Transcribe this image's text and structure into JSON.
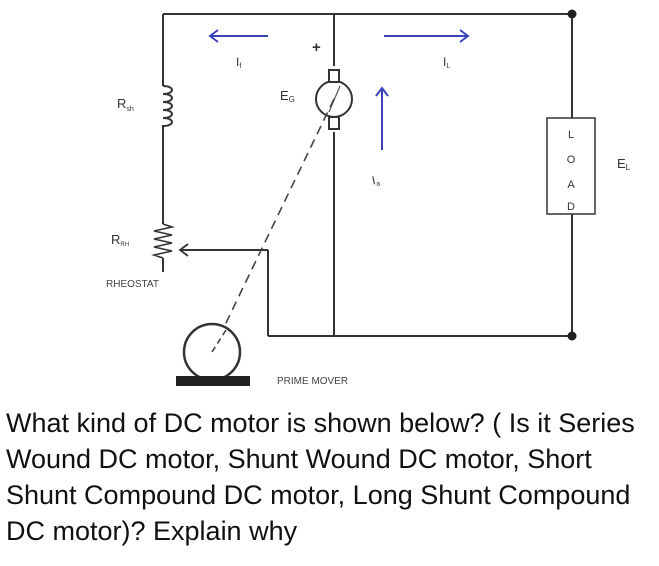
{
  "diagram": {
    "labels": {
      "field_resistance": "R",
      "field_resistance_sub": "sh",
      "rheostat_resistance": "R",
      "rheostat_resistance_sub": "RH",
      "rheostat": "RHEOSTAT",
      "generated_emf": "E",
      "generated_emf_sub": "G",
      "terminal_voltage": "E",
      "terminal_voltage_sub": "L",
      "field_current": "I",
      "field_current_sub": "f",
      "load_current": "I",
      "load_current_sub": "L",
      "armature_current": "I",
      "armature_current_sub": "a",
      "plus_sign": "+",
      "load_letters": [
        "L",
        "O",
        "A",
        "D"
      ],
      "prime_mover": "PRIME MOVER"
    },
    "colors": {
      "wire": "#333333",
      "arrow": "#3b43b8",
      "background": "#ffffff"
    }
  },
  "question": {
    "text": "What kind of DC motor is shown below? ( Is it Series Wound DC motor, Shunt Wound DC motor, Short Shunt Compound DC motor, Long Shunt Compound DC motor)? Explain why"
  }
}
